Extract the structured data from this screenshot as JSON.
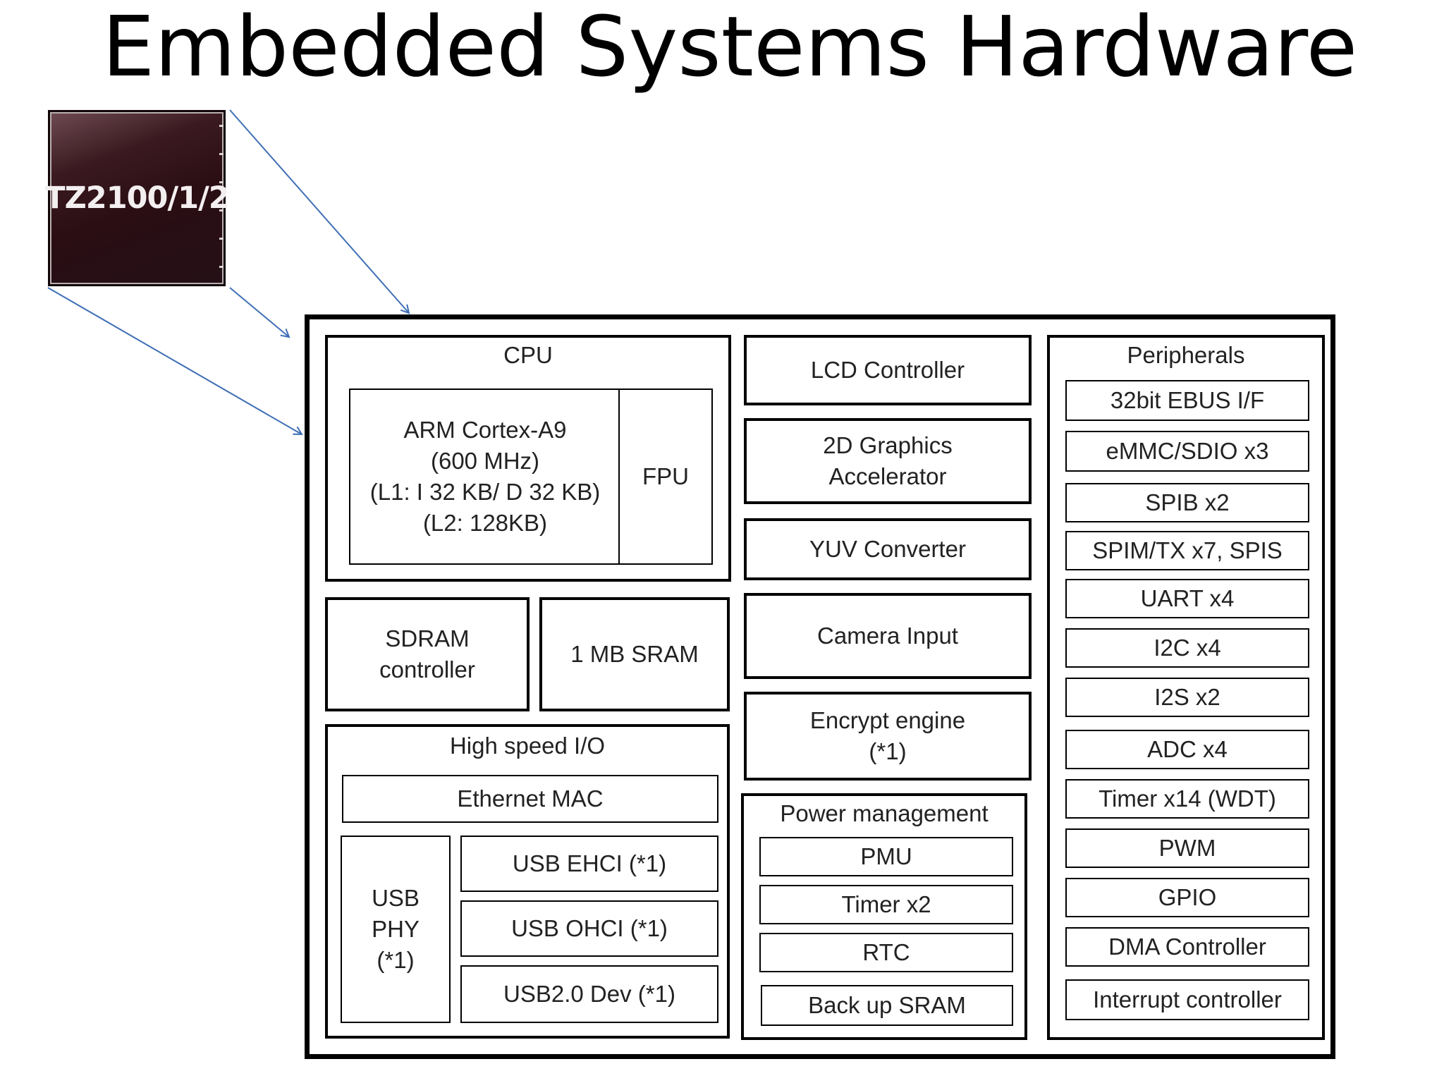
{
  "title": "Embedded Systems Hardware",
  "chip": {
    "label": "TZ2100/1/2"
  },
  "blocks": {
    "cpu": {
      "title": "CPU",
      "core": "ARM Cortex-A9\n(600 MHz)\n(L1: I 32 KB/ D 32 KB)\n(L2: 128KB)",
      "fpu": "FPU"
    },
    "sdram": "SDRAM\ncontroller",
    "sram": "1 MB SRAM",
    "highspeed": {
      "title": "High speed I/O",
      "ethernet": "Ethernet MAC",
      "usb_phy": "USB\nPHY\n(*1)",
      "usb_ehci": "USB EHCI (*1)",
      "usb_ohci": "USB OHCI (*1)",
      "usb_dev": "USB2.0 Dev (*1)"
    },
    "lcd": "LCD Controller",
    "graphics": "2D Graphics\nAccelerator",
    "yuv": "YUV Converter",
    "camera": "Camera Input",
    "encrypt": "Encrypt engine\n(*1)",
    "power": {
      "title": "Power management",
      "items": [
        "PMU",
        "Timer x2",
        "RTC",
        "Back up SRAM"
      ]
    },
    "peripherals": {
      "title": "Peripherals",
      "items": [
        "32bit EBUS I/F",
        "eMMC/SDIO x3",
        "SPIB x2",
        "SPIM/TX x7, SPIS",
        "UART x4",
        "I2C x4",
        "I2S x2",
        "ADC x4",
        "Timer x14 (WDT)",
        "PWM",
        "GPIO",
        "DMA Controller",
        "Interrupt controller"
      ]
    }
  },
  "colors": {
    "arrow": "#3f6fb5",
    "chip": "#2a0e14",
    "line": "#000000"
  }
}
